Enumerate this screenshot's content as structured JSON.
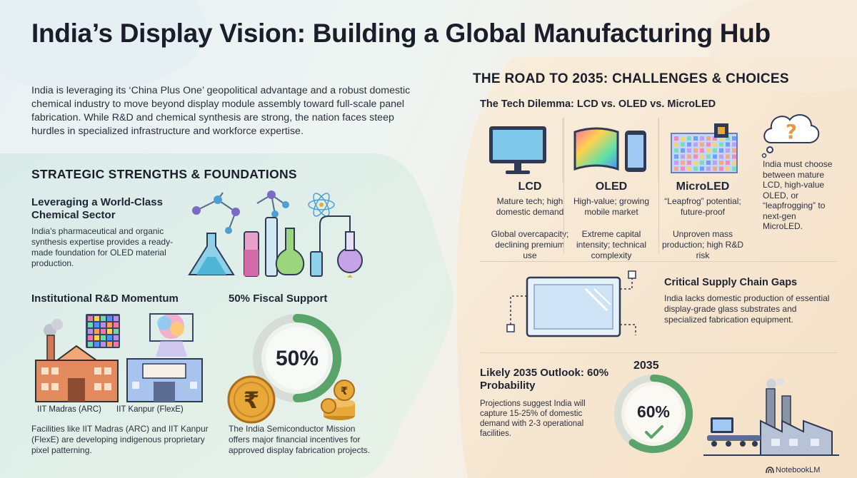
{
  "title": "India’s Display Vision: Building a Global Manufacturing Hub",
  "intro": "India is leveraging its ‘China Plus One’ geopolitical advantage and a robust domestic chemical industry to move beyond display module assembly toward full-scale panel fabrication. While R&D and chemical synthesis are strong, the nation faces steep hurdles in specialized infrastructure and workforce expertise.",
  "strengths": {
    "heading": "STRATEGIC STRENGTHS & FOUNDATIONS",
    "chemical": {
      "heading": "Leveraging a World-Class Chemical Sector",
      "body": "India’s pharmaceutical and organic synthesis expertise provides a ready-made foundation for OLED material production."
    },
    "rd": {
      "heading": "Institutional R&D Momentum",
      "label_madras": "IIT Madras (ARC)",
      "label_kanpur": "IIT Kanpur (FlexE)",
      "body": "Facilities like IIT Madras (ARC) and IIT Kanpur (FlexE) are developing indigenous proprietary pixel patterning."
    },
    "fiscal": {
      "heading": "50% Fiscal Support",
      "percent_label": "50%",
      "percent_value": 50,
      "body": "The India Semiconductor Mission offers major financial incentives for approved display fabrication projects."
    }
  },
  "road": {
    "heading": "THE ROAD TO 2035: CHALLENGES & CHOICES",
    "tech_heading": "The Tech Dilemma: LCD vs. OLED vs. MicroLED",
    "tech": [
      {
        "name": "LCD",
        "pro": "Mature tech; high domestic demand",
        "con": "Global overcapacity; declining premium use"
      },
      {
        "name": "OLED",
        "pro": "High-value; growing mobile market",
        "con": "Extreme capital intensity; technical complexity"
      },
      {
        "name": "MicroLED",
        "pro": "“Leapfrog” potential; future-proof",
        "con": "Unproven mass production; high R&D risk"
      }
    ],
    "choice_mark": "?",
    "choice_text": "India must choose between mature LCD, high-value OLED, or “leapfrogging” to next-gen MicroLED.",
    "supply": {
      "heading": "Critical Supply Chain Gaps",
      "body": "India lacks domestic production of essential display-grade glass substrates and specialized fabrication equipment."
    },
    "outlook": {
      "heading": "Likely 2035 Outlook: 60% Probability",
      "body": "Projections suggest India will capture 15-25% of domestic demand with 2-3 operational facilities.",
      "year": "2035",
      "percent_label": "60%",
      "percent_value": 60
    }
  },
  "brand": "NotebookLM",
  "colors": {
    "green_accent": "#5aa36a",
    "orange_accent": "#e59a3c",
    "gold": "#e8a93a",
    "teal_left": "#dcefe8",
    "peach_right": "#f6e2c8"
  }
}
